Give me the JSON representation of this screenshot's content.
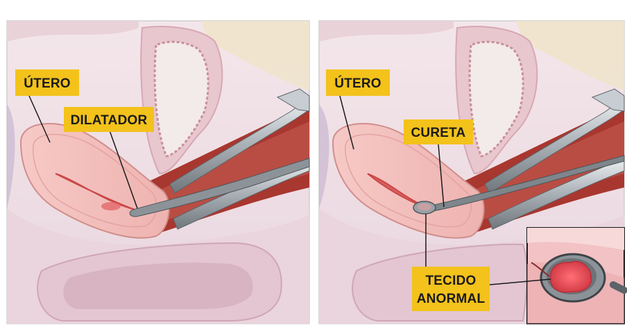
{
  "panels": [
    {
      "labels": {
        "uterus": "ÚTERO",
        "instrument": "DILATADOR"
      }
    },
    {
      "labels": {
        "uterus": "ÚTERO",
        "instrument": "CURETA",
        "tissue_line1": "TECIDO",
        "tissue_line2": "ANORMAL"
      }
    }
  ],
  "colors": {
    "label_bg": "#f3c21b",
    "label_text": "#1a1a1a",
    "tissue_pink": "#f1c3c4",
    "muscle_red": "#a8372f",
    "instrument_metal": "#9aa2a8"
  }
}
